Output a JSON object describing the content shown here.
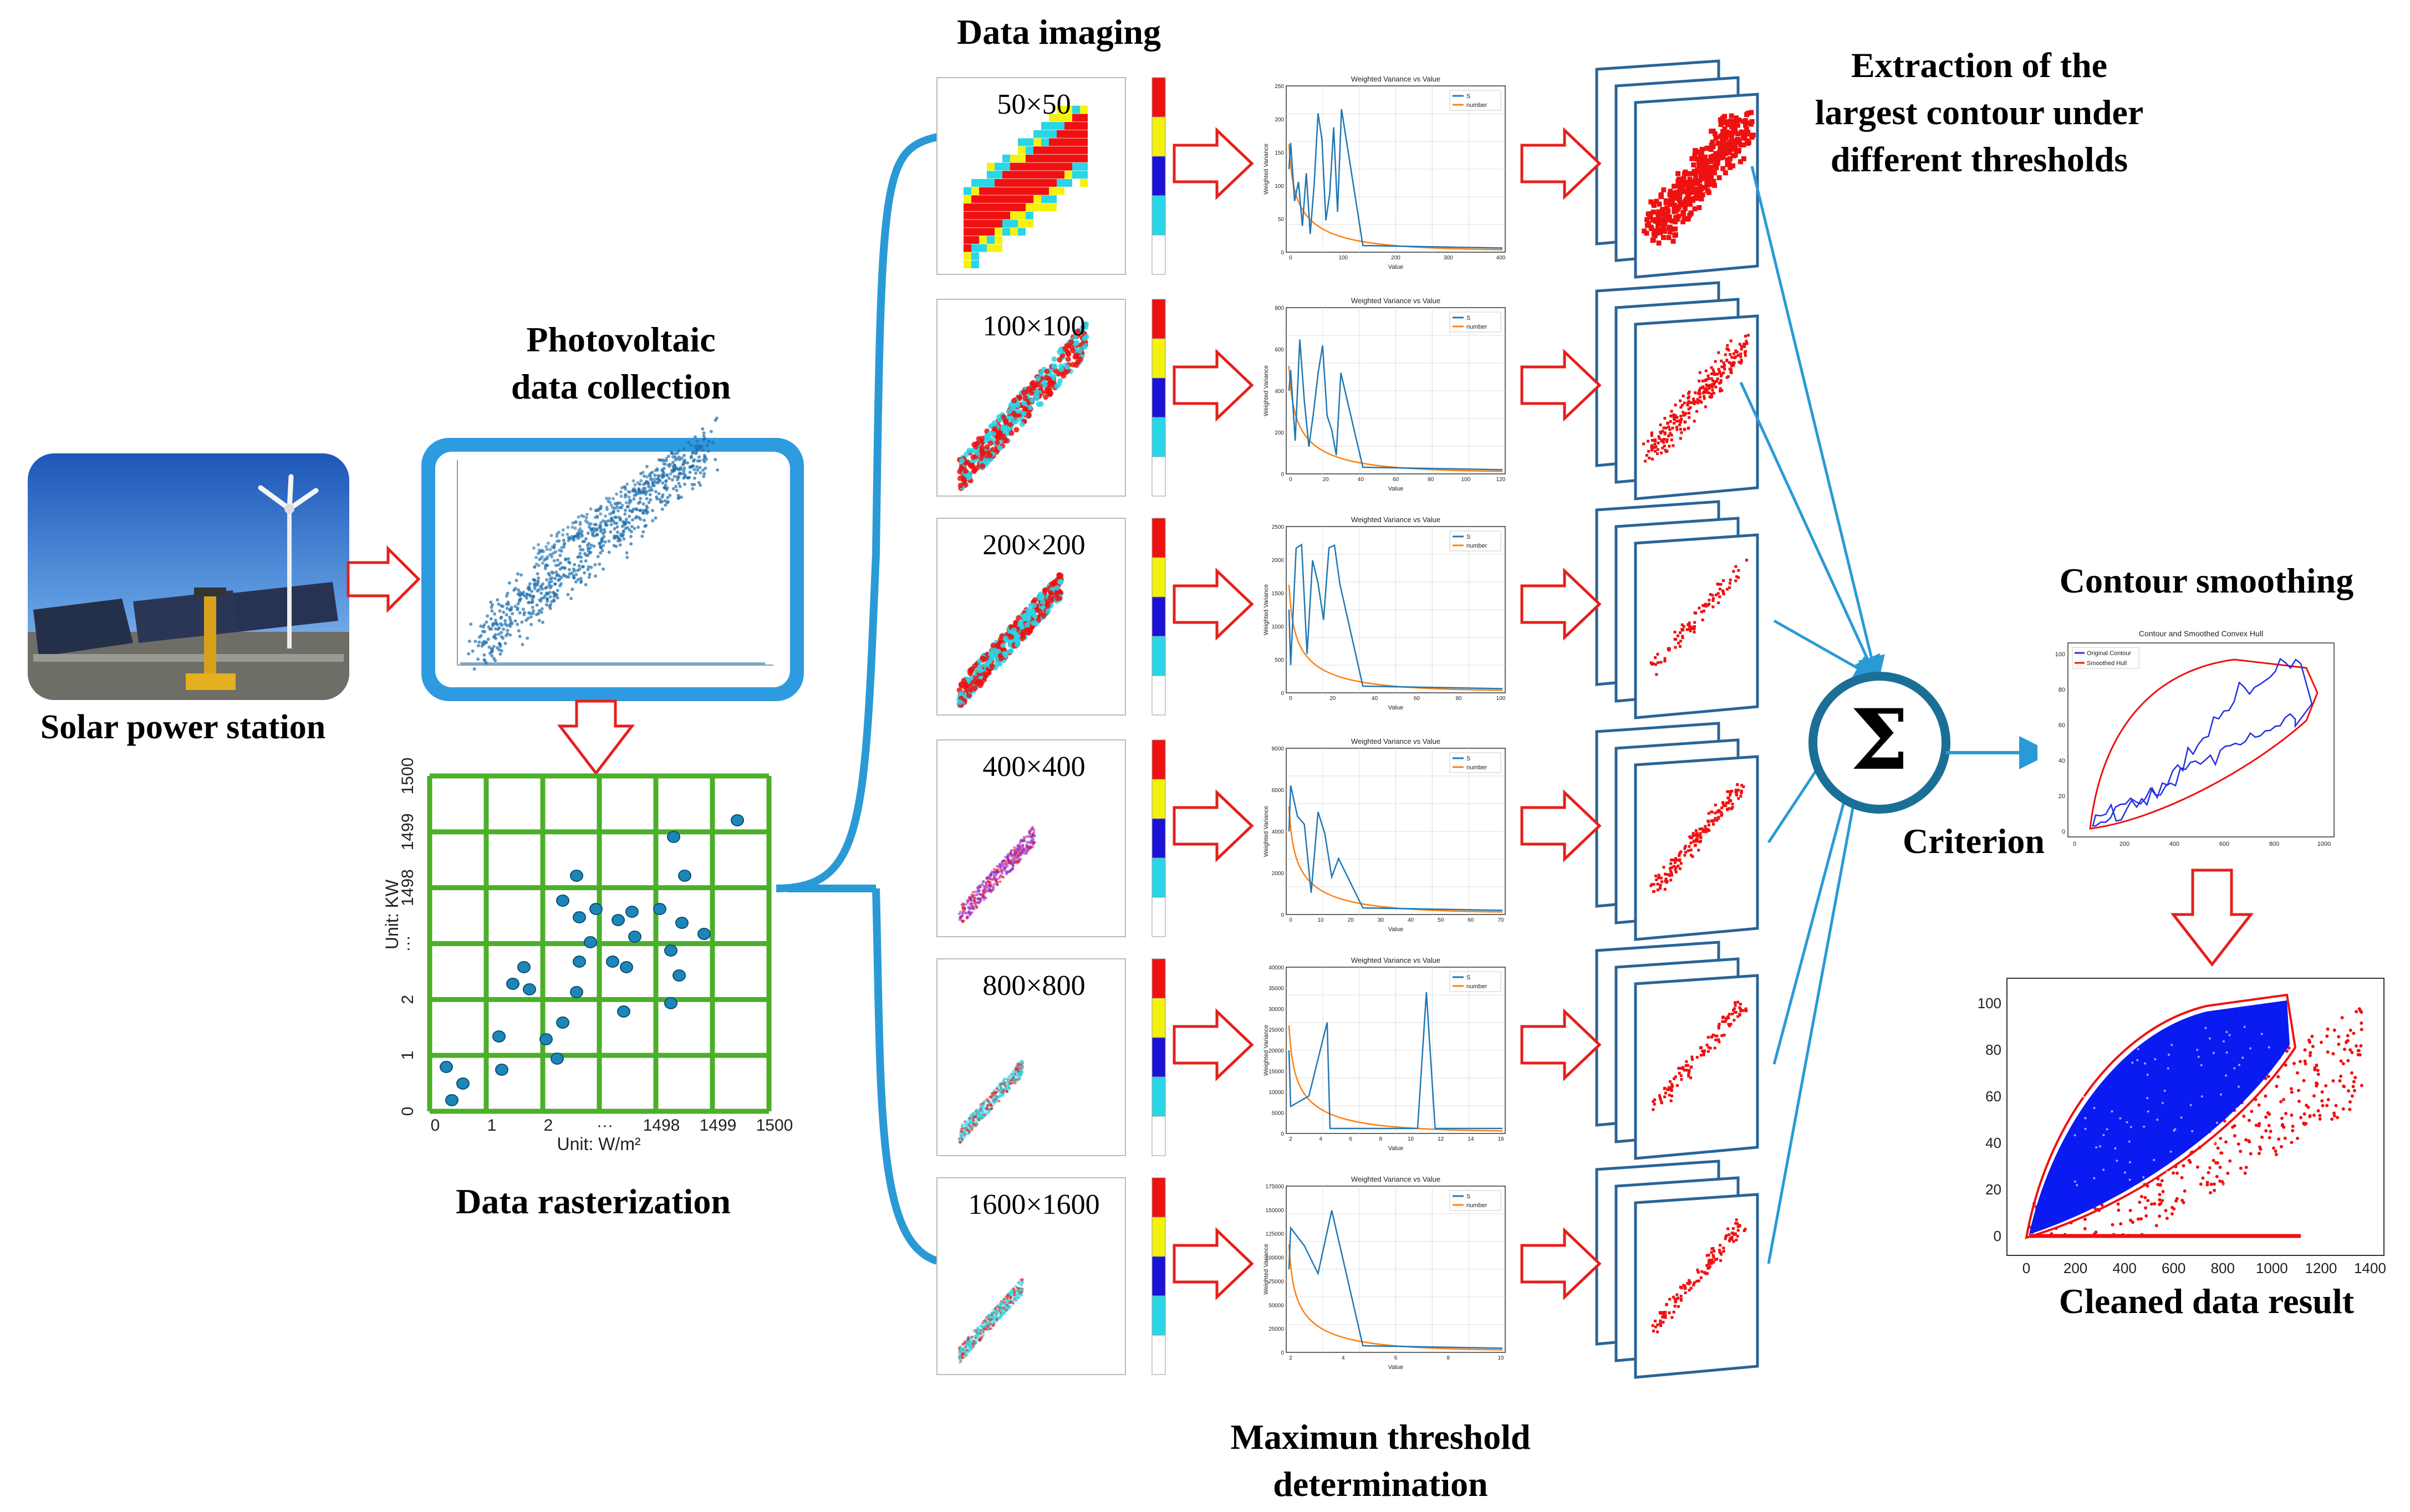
{
  "labels": {
    "solar_station": "Solar power station",
    "pv_collection_line1": "Photovoltaic",
    "pv_collection_line2": "data collection",
    "data_rasterization": "Data rasterization",
    "data_imaging": "Data imaging",
    "max_threshold_line1": "Maximun threshold",
    "max_threshold_line2": "determination",
    "extraction_line1": "Extraction of the",
    "extraction_line2": "largest contour under",
    "extraction_line3": "different thresholds",
    "contour_smoothing": "Contour smoothing",
    "criterion": "Criterion",
    "sigma": "Σ",
    "cleaned_result": "Cleaned data result"
  },
  "raster_grid": {
    "y_axis_label": "Unit:  KW",
    "x_axis_label": "Unit: W/m²",
    "x_ticks": [
      "0",
      "1",
      "2",
      "···",
      "1498",
      "1499",
      "1500"
    ],
    "y_ticks": [
      "0",
      "1",
      "2",
      "···",
      "1498",
      "1499",
      "1500"
    ],
    "color": "#4caf2a"
  },
  "resolutions": [
    "50×50",
    "100×100",
    "200×200",
    "400×400",
    "800×800",
    "1600×1600"
  ],
  "colorbar": {
    "colors": [
      "#ffffff",
      "#29d6e6",
      "#1b12d6",
      "#f4f20b",
      "#ef1111"
    ]
  },
  "variance_plots": [
    {
      "title": "Weighted Variance vs Value",
      "xlabel": "Value",
      "ylabel": "Weighted Variance",
      "legend": [
        "S",
        "number"
      ],
      "yticks": [
        "0",
        "50",
        "100",
        "150",
        "200",
        "250"
      ],
      "xticks": [
        "0",
        "100",
        "200",
        "300",
        "400"
      ]
    },
    {
      "title": "Weighted Variance vs Value",
      "xlabel": "Value",
      "ylabel": "Weighted Variance",
      "legend": [
        "S",
        "number"
      ],
      "yticks": [
        "0",
        "200",
        "400",
        "600",
        "800"
      ],
      "xticks": [
        "0",
        "20",
        "40",
        "60",
        "80",
        "100",
        "120"
      ]
    },
    {
      "title": "Weighted Variance vs Value",
      "xlabel": "Value",
      "ylabel": "Weighted Variance",
      "legend": [
        "S",
        "number"
      ],
      "yticks": [
        "0",
        "500",
        "1000",
        "1500",
        "2000",
        "2500"
      ],
      "xticks": [
        "0",
        "20",
        "40",
        "60",
        "80",
        "100"
      ]
    },
    {
      "title": "Weighted Variance vs Value",
      "xlabel": "Value",
      "ylabel": "Weighted Variance",
      "legend": [
        "S",
        "number"
      ],
      "yticks": [
        "0",
        "2000",
        "4000",
        "6000",
        "8000"
      ],
      "xticks": [
        "0",
        "10",
        "20",
        "30",
        "40",
        "50",
        "60",
        "70"
      ]
    },
    {
      "title": "Weighted Variance vs Value",
      "xlabel": "Value",
      "ylabel": "Weighted Variance",
      "legend": [
        "S",
        "number"
      ],
      "yticks": [
        "0",
        "5000",
        "10000",
        "15000",
        "20000",
        "25000",
        "30000",
        "35000",
        "40000"
      ],
      "xticks": [
        "2",
        "4",
        "6",
        "8",
        "10",
        "12",
        "14",
        "16"
      ]
    },
    {
      "title": "Weighted Variance vs Value",
      "xlabel": "Value",
      "ylabel": "Weighted Variance",
      "legend": [
        "S",
        "number"
      ],
      "yticks": [
        "0",
        "25000",
        "50000",
        "75000",
        "100000",
        "125000",
        "150000",
        "175000"
      ],
      "xticks": [
        "2",
        "4",
        "6",
        "8",
        "10"
      ]
    }
  ],
  "smoothing_plot": {
    "title": "Contour and Smoothed Convex Hull",
    "legend": [
      "Original Contour",
      "Smoothed Hull"
    ],
    "xticks": [
      "0",
      "200",
      "400",
      "600",
      "800",
      "1000"
    ],
    "yticks": [
      "0",
      "20",
      "40",
      "60",
      "80",
      "100"
    ]
  },
  "cleaned_plot": {
    "xticks": [
      "0",
      "200",
      "400",
      "600",
      "800",
      "1000",
      "1200",
      "1400"
    ],
    "yticks": [
      "0",
      "20",
      "40",
      "60",
      "80",
      "100"
    ]
  },
  "colors": {
    "arrow_red": "#e5201c",
    "flow_blue": "#2a9ad6",
    "panel_blue": "#2a6496",
    "pv_frame": "#2e9be0",
    "sigma_ring": "#1b6f96",
    "scatter_blue": "#1f6fab",
    "clean_blue": "#0a1bf2",
    "clean_red": "#ef1111"
  }
}
